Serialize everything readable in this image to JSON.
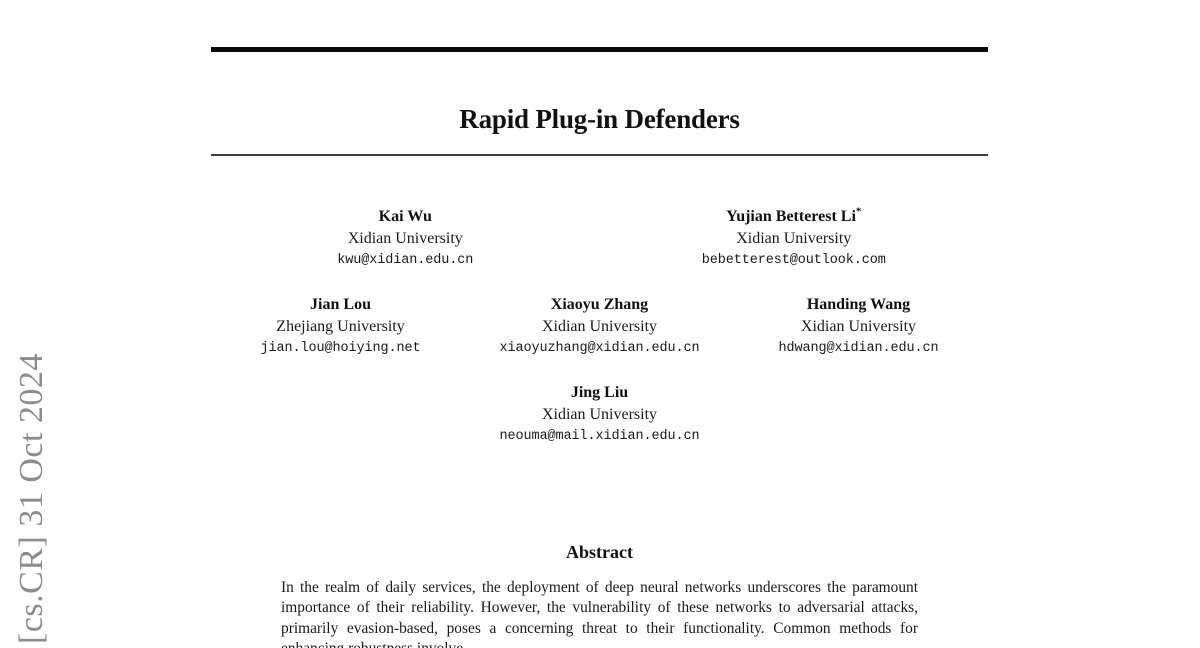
{
  "document": {
    "arxiv_stamp": "[cs.CR] 31 Oct 2024",
    "title": "Rapid Plug-in Defenders",
    "abstract_heading": "Abstract",
    "abstract_text": "In the realm of daily services, the deployment of deep neural networks underscores the paramount importance of their reliability. However, the vulnerability of these networks to adversarial attacks, primarily evasion-based, poses a concerning threat to their functionality. Common methods for enhancing robustness involve",
    "authors": [
      [
        {
          "name": "Kai Wu",
          "affiliation": "Xidian University",
          "email": "kwu@xidian.edu.cn",
          "footnote": ""
        },
        {
          "name": "Yujian Betterest Li",
          "affiliation": "Xidian University",
          "email": "bebetterest@outlook.com",
          "footnote": "*"
        }
      ],
      [
        {
          "name": "Jian Lou",
          "affiliation": "Zhejiang University",
          "email": "jian.lou@hoiying.net",
          "footnote": ""
        },
        {
          "name": "Xiaoyu Zhang",
          "affiliation": "Xidian University",
          "email": "xiaoyuzhang@xidian.edu.cn",
          "footnote": ""
        },
        {
          "name": "Handing Wang",
          "affiliation": "Xidian University",
          "email": "hdwang@xidian.edu.cn",
          "footnote": ""
        }
      ],
      [
        {
          "name": "Jing Liu",
          "affiliation": "Xidian University",
          "email": "neouma@mail.xidian.edu.cn",
          "footnote": ""
        }
      ]
    ],
    "colors": {
      "text": "#1a1a1a",
      "rule_top": "#0a0a0a",
      "rule_bottom": "#3d3d3d",
      "stamp": "#8c8c8c",
      "background": "#ffffff"
    }
  }
}
